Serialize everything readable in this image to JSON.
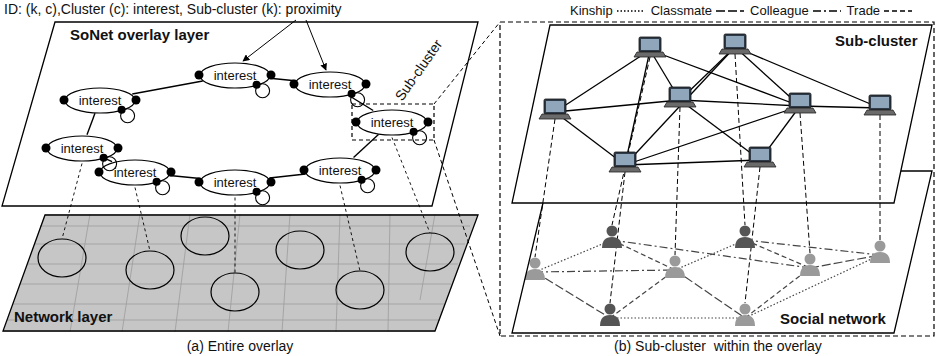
{
  "diagram": {
    "nodes": [
      {
        "text": [
          "SoNet overlay layer"
        ]
      },
      {
        "text": [
          "interest"
        ],
        "in": 0
      },
      {
        "text": [
          "interest"
        ],
        "in": 0
      },
      {
        "text": [
          "interest"
        ],
        "in": 0
      },
      {
        "text": [
          "interest"
        ],
        "in": 0
      },
      {
        "text": [
          "interest"
        ],
        "in": 0
      },
      {
        "text": [
          "interest"
        ],
        "in": 0
      },
      {
        "text": [
          "interest"
        ],
        "in": 0
      },
      {
        "text": [
          "interest"
        ],
        "in": 0
      },
      {
        "text": [
          "Network layer"
        ]
      },
      {
        "text": [
          "Sub-cluster"
        ]
      },
      {
        "text": [
          "Social network"
        ]
      }
    ],
    "edges": [
      {
        "from": 1,
        "to": 2,
        "arrow": "none"
      },
      {
        "from": 2,
        "to": 3,
        "arrow": "none"
      },
      {
        "from": 3,
        "to": 4,
        "arrow": "none"
      },
      {
        "from": 4,
        "to": 5,
        "arrow": "none"
      },
      {
        "from": 5,
        "to": 6,
        "arrow": "none"
      },
      {
        "from": 6,
        "to": 7,
        "arrow": "none"
      },
      {
        "from": 7,
        "to": 8,
        "arrow": "none"
      },
      {
        "from": 8,
        "to": 1,
        "arrow": "none"
      }
    ],
    "labels": [
      "ID: (k, c),Cluster (c): interest, Sub-cluster (k): proximity",
      "Sub-cluster",
      "(a) Entire overlay",
      "(b) Sub-cluster  within the overlay"
    ],
    "legend": [
      {
        "text": "Kinship"
      },
      {
        "text": "Classmate"
      },
      {
        "text": "Colleague"
      },
      {
        "text": "Trade"
      }
    ]
  }
}
